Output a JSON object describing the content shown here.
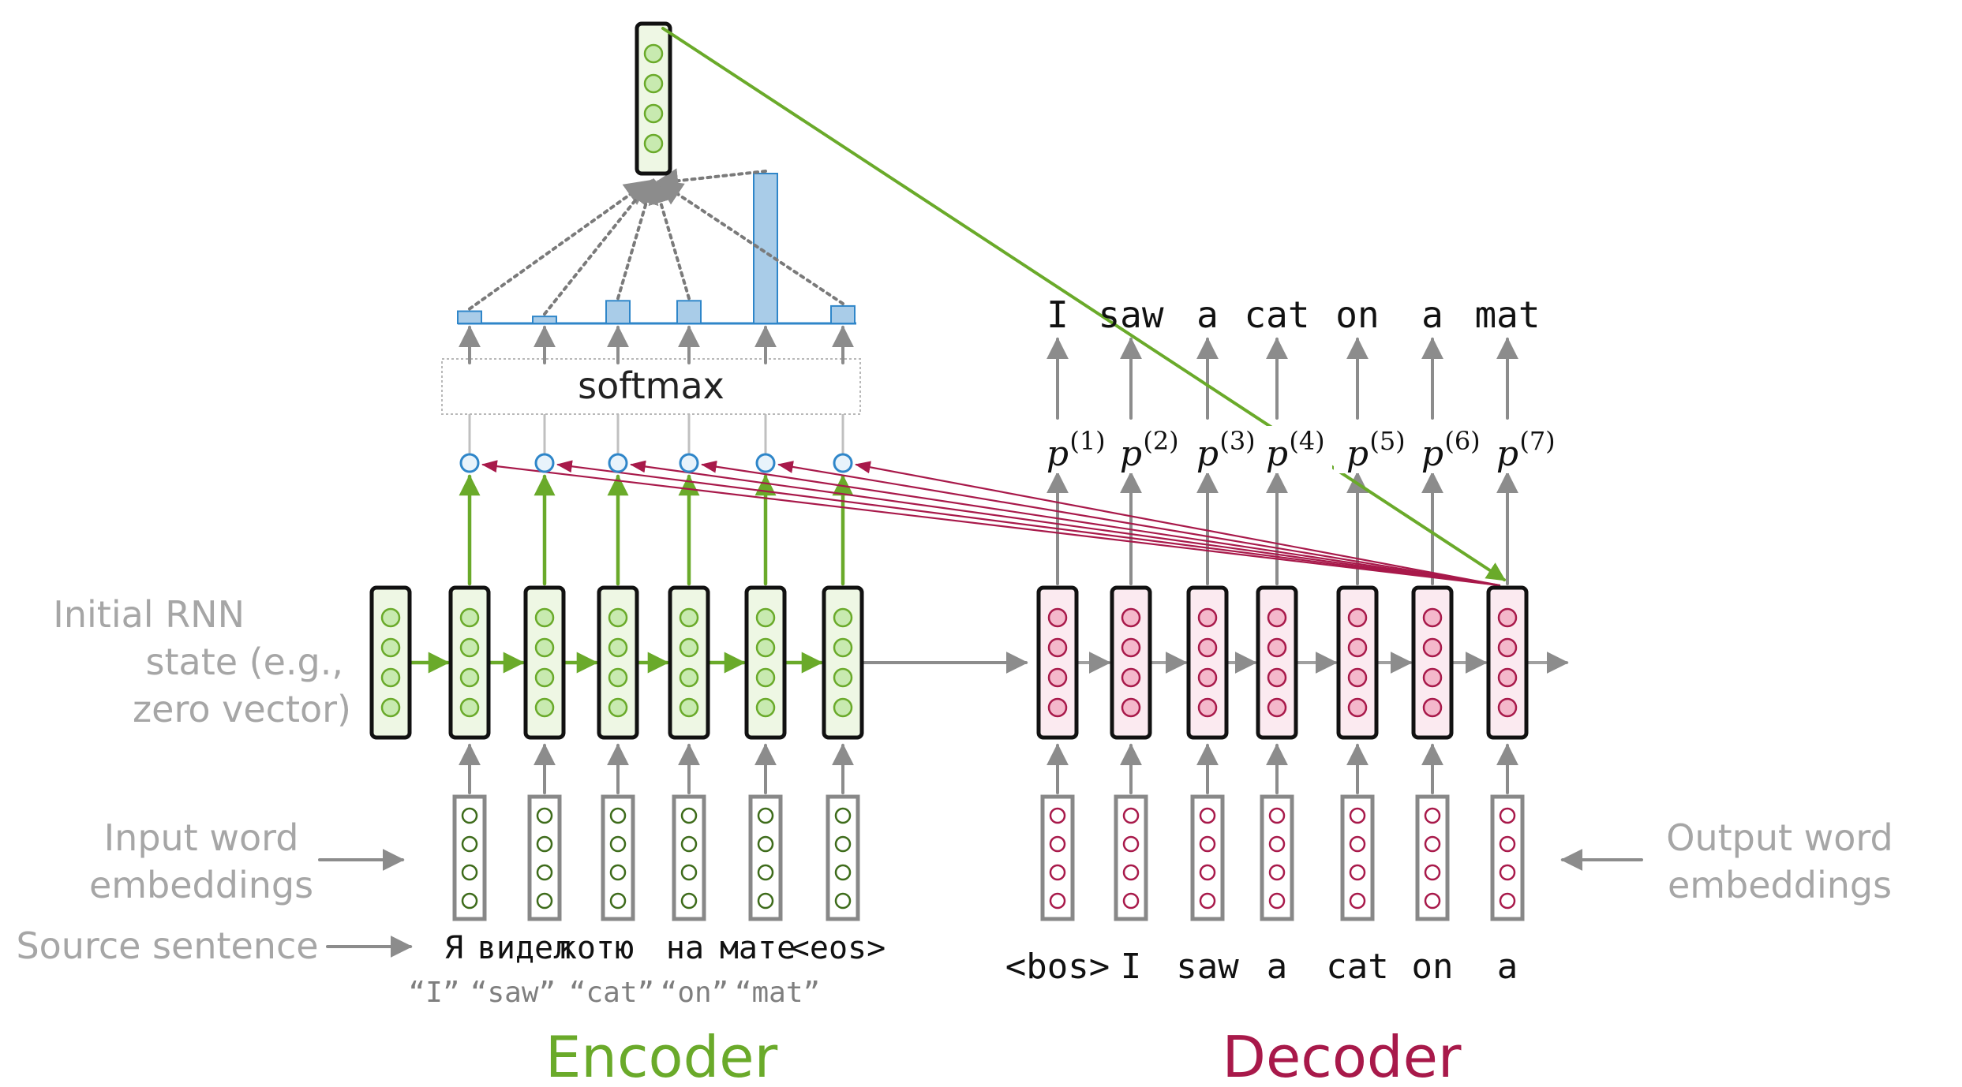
{
  "colors": {
    "encoder": "#6aaa2a",
    "decoder": "#a8194a",
    "attention_arrow": "#a8194a",
    "attention_bar": "#a9cce8",
    "attention_bar_stroke": "#2f86c9",
    "score_node": "#2f86c9",
    "grey_arrow": "#8c8c8c",
    "grey_label": "#a6a6a6",
    "enc_cell_fill": "#eef7e4",
    "enc_dot": "#c8eab0",
    "dec_cell_fill": "#fbeaf0",
    "dec_dot": "#f4b8cb"
  },
  "labels": {
    "initial_state": [
      "Initial RNN",
      "state (e.g.,",
      "zero vector)"
    ],
    "input_embeddings": [
      "Input word",
      "embeddings"
    ],
    "output_embeddings": [
      "Output word",
      "embeddings"
    ],
    "source_sentence": "Source sentence",
    "softmax": "softmax",
    "encoder": "Encoder",
    "decoder": "Decoder"
  },
  "source_tokens": [
    "Я",
    "видел",
    "котю",
    "на",
    "мате",
    "<eos>"
  ],
  "source_translation": [
    "“I”",
    "“saw”",
    "“cat”",
    "“on”",
    "“mat”"
  ],
  "decoder_inputs": [
    "<bos>",
    "I",
    "saw",
    "a",
    "cat",
    "on",
    "a"
  ],
  "decoder_outputs": [
    "I",
    "saw",
    "a",
    "cat",
    "on",
    "a",
    "mat"
  ],
  "probabilities": [
    {
      "base": "p",
      "sup": "(1)"
    },
    {
      "base": "p",
      "sup": "(2)"
    },
    {
      "base": "p",
      "sup": "(3)"
    },
    {
      "base": "p",
      "sup": "(4)"
    },
    {
      "base": "p",
      "sup": "(5)"
    },
    {
      "base": "p",
      "sup": "(6)"
    },
    {
      "base": "p",
      "sup": "(7)"
    }
  ],
  "attention_weights": [
    0.07,
    0.04,
    0.13,
    0.13,
    0.86,
    0.1
  ],
  "icons": {
    "cell_dot": "circle",
    "arrow": "arrowhead"
  }
}
